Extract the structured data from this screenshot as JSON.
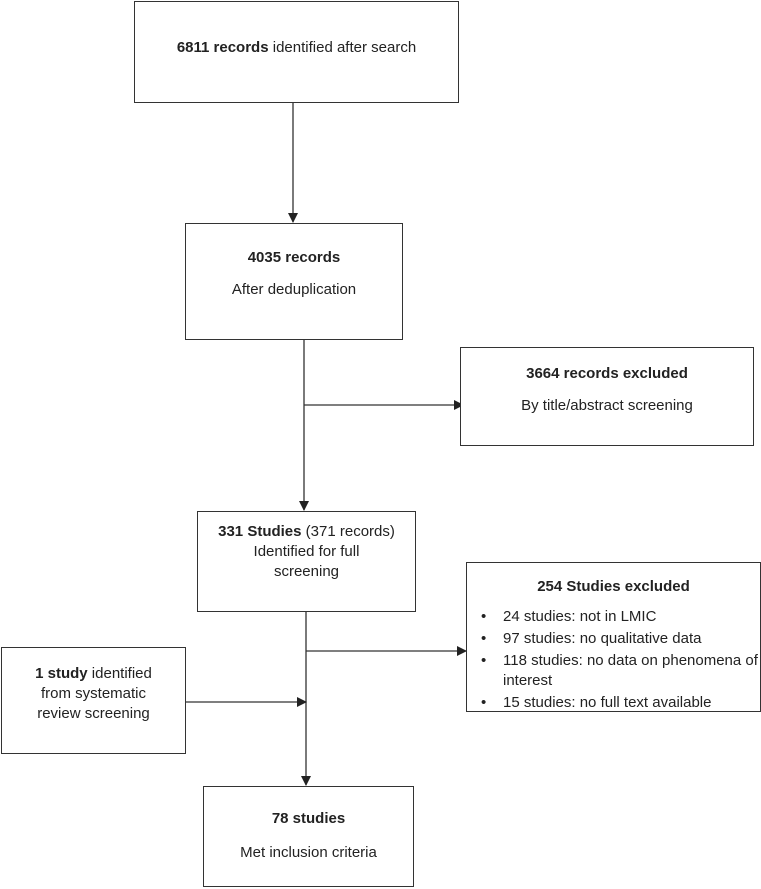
{
  "boxes": {
    "search": {
      "bold": "6811 records",
      "rest": " identified after search"
    },
    "dedup": {
      "bold": "4035 records",
      "line2": "After deduplication"
    },
    "excluded_title": {
      "bold": "3664 records excluded",
      "line2": "By title/abstract screening"
    },
    "full_screening": {
      "bold": "331 Studies",
      "rest": " (371 records)",
      "line2": "Identified for full",
      "line3": "screening"
    },
    "excluded_full": {
      "bold": "254 Studies excluded",
      "bullet": "•",
      "items": [
        "24 studies: not in LMIC",
        "97 studies: no qualitative data",
        "118 studies: no data on phenomena of interest",
        "15 studies: no full text available"
      ]
    },
    "systematic": {
      "bold": "1 study",
      "rest": " identified",
      "line2": "from systematic",
      "line3": "review screening"
    },
    "included": {
      "bold": "78 studies",
      "line2": "Met inclusion criteria"
    }
  }
}
